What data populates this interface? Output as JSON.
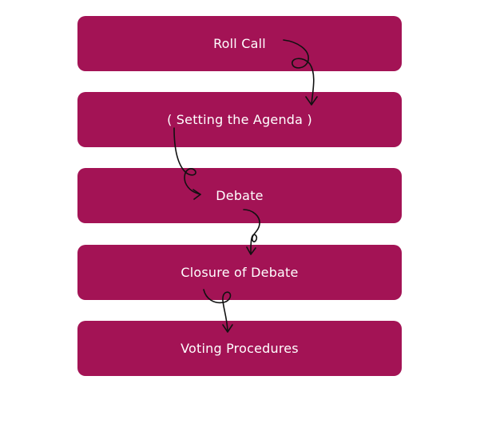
{
  "diagram": {
    "box_color": "#a31355",
    "text_color": "#ffffff",
    "connector_color": "#111111",
    "steps": [
      {
        "label": "Roll Call"
      },
      {
        "label": "( Setting the Agenda )"
      },
      {
        "label": "Debate"
      },
      {
        "label": "Closure of Debate"
      },
      {
        "label": "Voting Procedures"
      }
    ]
  }
}
